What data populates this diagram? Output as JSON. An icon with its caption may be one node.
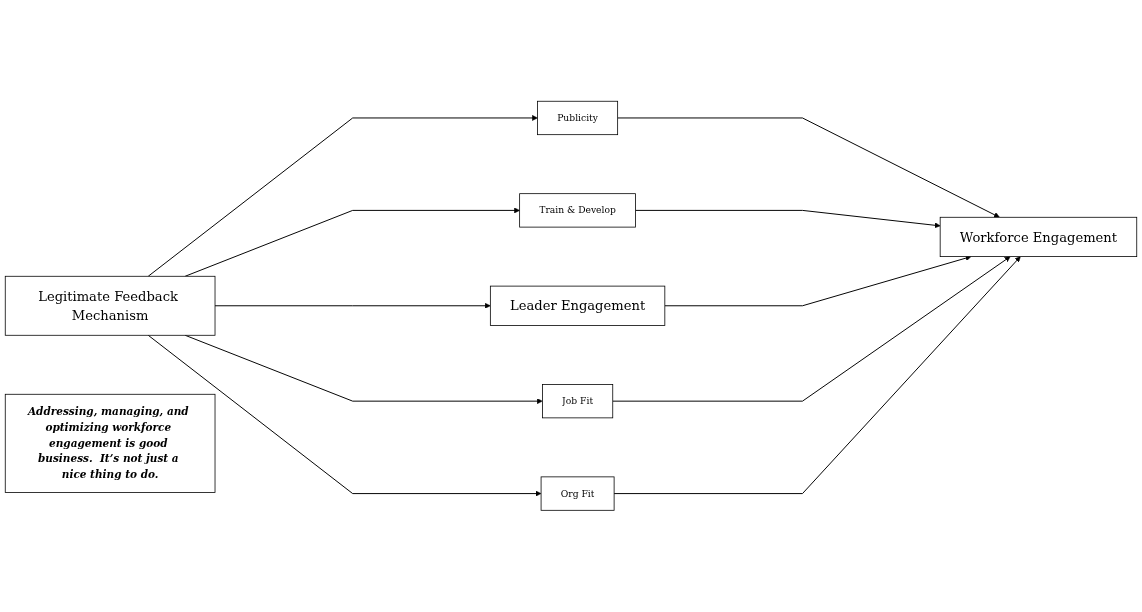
{
  "diagram": {
    "nodes": [
      {
        "text": [
          "Addressing, managing, and optimizing workforce engagement is good business.  It’s not just a nice thing to do."
        ]
      },
      {
        "text": [
          "Legitimate Feedback Mechanism"
        ]
      },
      {
        "text": [
          "Publicity"
        ]
      },
      {
        "text": [
          "Train & Develop"
        ]
      },
      {
        "text": [
          "Leader Engagement"
        ]
      },
      {
        "text": [
          "Job Fit"
        ]
      },
      {
        "text": [
          "Org Fit"
        ]
      },
      {
        "text": [
          "Workforce Engagement"
        ]
      }
    ],
    "edges": [
      {
        "from": 1,
        "to": 2,
        "arrow": "to"
      },
      {
        "from": 1,
        "to": 3,
        "arrow": "to"
      },
      {
        "from": 1,
        "to": 4,
        "arrow": "to"
      },
      {
        "from": 1,
        "to": 5,
        "arrow": "to"
      },
      {
        "from": 1,
        "to": 6,
        "arrow": "to"
      },
      {
        "from": 2,
        "to": 7,
        "arrow": "to"
      },
      {
        "from": 3,
        "to": 7,
        "arrow": "to"
      },
      {
        "from": 4,
        "to": 7,
        "arrow": "to"
      },
      {
        "from": 5,
        "to": 7,
        "arrow": "to"
      },
      {
        "from": 6,
        "to": 7,
        "arrow": "to"
      }
    ]
  }
}
